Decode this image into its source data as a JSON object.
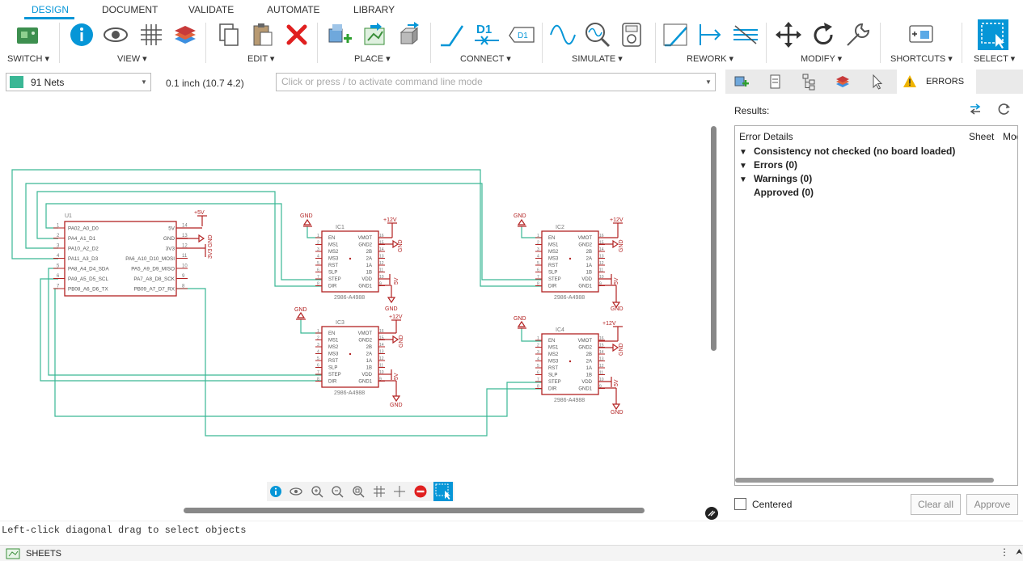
{
  "tabs": [
    {
      "label": "DESIGN"
    },
    {
      "label": "DOCUMENT"
    },
    {
      "label": "VALIDATE"
    },
    {
      "label": "AUTOMATE"
    },
    {
      "label": "LIBRARY"
    }
  ],
  "toolbar": {
    "groups": [
      {
        "label": "SWITCH ▾"
      },
      {
        "label": "VIEW ▾"
      },
      {
        "label": "EDIT ▾"
      },
      {
        "label": "PLACE ▾"
      },
      {
        "label": "CONNECT ▾"
      },
      {
        "label": "SIMULATE ▾"
      },
      {
        "label": "REWORK ▾"
      },
      {
        "label": "MODIFY ▾"
      },
      {
        "label": "SHORTCUTS ▾"
      },
      {
        "label": "SELECT ▾"
      }
    ],
    "icons": {
      "connect_d1": "D1",
      "connect_tag": "D1"
    }
  },
  "netbar": {
    "net_label": "91 Nets",
    "net_color": "#3ab795",
    "grid": "0.1 inch (10.7 4.2)",
    "cmd_placeholder": "Click or press / to activate command line mode"
  },
  "schematic": {
    "wire_color": "#3ab795",
    "part_color": "#b22222",
    "mcu": {
      "ref": "U1",
      "left_pins": [
        {
          "num": "1",
          "name": "PA02_A0_D0"
        },
        {
          "num": "2",
          "name": "PA4_A1_D1"
        },
        {
          "num": "3",
          "name": "PA10_A2_D2"
        },
        {
          "num": "4",
          "name": "PA11_A3_D3"
        },
        {
          "num": "5",
          "name": "PA8_A4_D4_SDA"
        },
        {
          "num": "6",
          "name": "PA9_A5_D5_SCL"
        },
        {
          "num": "7",
          "name": "PB08_A6_D6_TX"
        }
      ],
      "right_pins": [
        {
          "num": "14",
          "name": "5V"
        },
        {
          "num": "13",
          "name": "GND"
        },
        {
          "num": "12",
          "name": "3V3"
        },
        {
          "num": "11",
          "name": "PA6_A10_D10_MOSI"
        },
        {
          "num": "10",
          "name": "PA5_A9_D9_MISO"
        },
        {
          "num": "9",
          "name": "PA7_A8_D8_SCK"
        },
        {
          "num": "8",
          "name": "PB09_A7_D7_RX"
        }
      ]
    },
    "drivers": [
      {
        "ref": "IC1",
        "value": "2986-A4988"
      },
      {
        "ref": "IC2",
        "value": "2986-A4988"
      },
      {
        "ref": "IC3",
        "value": "2986-A4988"
      },
      {
        "ref": "IC4",
        "value": "2986-A4988"
      }
    ],
    "driver_left_pins": [
      "EN",
      "MS1",
      "MS2",
      "MS3",
      "RST",
      "SLP",
      "STEP",
      "DIR"
    ],
    "driver_left_nums": [
      "1",
      "2",
      "3",
      "4",
      "5",
      "6",
      "7",
      "8"
    ],
    "driver_right_pins": [
      "VMOT",
      "GND2",
      "2B",
      "2A",
      "1A",
      "1B",
      "VDD",
      "GND1"
    ],
    "driver_right_nums": [
      "16",
      "15",
      "14",
      "13",
      "12",
      "11",
      "10",
      "9"
    ],
    "power": {
      "gnd": "GND",
      "v12": "+12V",
      "v5": "5V",
      "v5_plus": "+5V",
      "v33": "3V3"
    }
  },
  "panel": {
    "active_tab": "ERRORS",
    "results_label": "Results:",
    "columns": [
      "Error Details",
      "Sheet",
      "Mod"
    ],
    "rows": [
      {
        "text": "Consistency not checked (no board loaded)",
        "expandable": true
      },
      {
        "text": "Errors (0)",
        "expandable": true
      },
      {
        "text": "Warnings (0)",
        "expandable": true
      },
      {
        "text": "Approved (0)",
        "expandable": false
      }
    ],
    "centered_label": "Centered",
    "clear_all_label": "Clear all",
    "approve_label": "Approve"
  },
  "status": {
    "message": "Left-click diagonal drag to select objects",
    "sheets_label": "SHEETS",
    "dots": "⋮",
    "up_arrow": "⮝"
  }
}
